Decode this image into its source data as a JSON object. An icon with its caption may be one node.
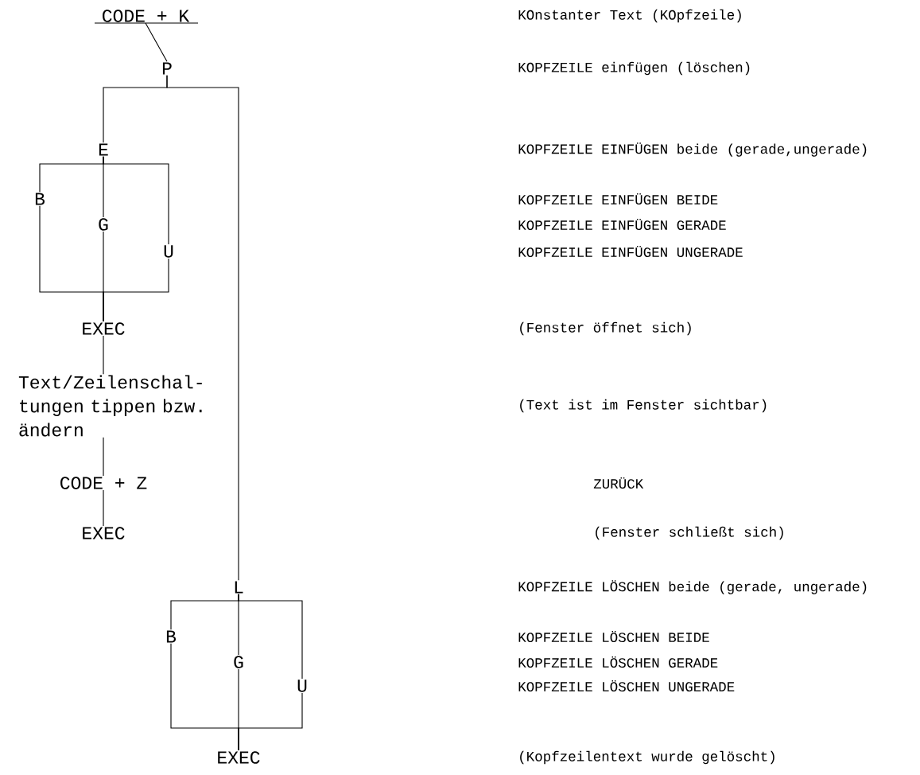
{
  "diagram": {
    "nodes": [
      {
        "text": [
          "CODE + K"
        ]
      },
      {
        "text": [
          "P"
        ]
      },
      {
        "text": [
          "E"
        ]
      },
      {
        "text": [
          "B"
        ]
      },
      {
        "text": [
          "G"
        ]
      },
      {
        "text": [
          "U"
        ]
      },
      {
        "text": [
          "EXEC"
        ]
      },
      {
        "text": [
          "Text/Zeilenschal- tungen tippen bzw. ändern"
        ]
      },
      {
        "text": [
          "CODE + Z"
        ]
      },
      {
        "text": [
          "EXEC"
        ]
      },
      {
        "text": [
          "L"
        ]
      },
      {
        "text": [
          "B"
        ]
      },
      {
        "text": [
          "G"
        ]
      },
      {
        "text": [
          "U"
        ]
      },
      {
        "text": [
          "EXEC"
        ]
      }
    ],
    "edges": [
      {
        "from": 0,
        "to": 1,
        "arrow": "none"
      },
      {
        "from": 1,
        "to": 2,
        "arrow": "none"
      },
      {
        "from": 1,
        "to": 10,
        "arrow": "none"
      },
      {
        "from": 2,
        "to": 3,
        "arrow": "none"
      },
      {
        "from": 2,
        "to": 4,
        "arrow": "none"
      },
      {
        "from": 2,
        "to": 5,
        "arrow": "none"
      },
      {
        "from": 3,
        "to": 6,
        "arrow": "none"
      },
      {
        "from": 4,
        "to": 6,
        "arrow": "none"
      },
      {
        "from": 5,
        "to": 6,
        "arrow": "none"
      },
      {
        "from": 6,
        "to": 7,
        "arrow": "none"
      },
      {
        "from": 7,
        "to": 8,
        "arrow": "none"
      },
      {
        "from": 8,
        "to": 9,
        "arrow": "none"
      },
      {
        "from": 10,
        "to": 11,
        "arrow": "none"
      },
      {
        "from": 10,
        "to": 12,
        "arrow": "none"
      },
      {
        "from": 10,
        "to": 13,
        "arrow": "none"
      },
      {
        "from": 11,
        "to": 14,
        "arrow": "none"
      },
      {
        "from": 12,
        "to": 14,
        "arrow": "none"
      },
      {
        "from": 13,
        "to": 14,
        "arrow": "none"
      }
    ],
    "labels": [
      "KOnstanter Text (KOpfzeile)",
      "KOPFZEILE einfügen (löschen)",
      "KOPFZEILE EINFÜGEN beide (gerade,ungerade)",
      "KOPFZEILE EINFÜGEN BEIDE",
      "KOPFZEILE EINFÜGEN GERADE",
      "KOPFZEILE EINFÜGEN UNGERADE",
      "(Fenster öffnet sich)",
      "(Text ist im Fenster sichtbar)",
      "ZURÜCK",
      "(Fenster schließt sich)",
      "KOPFZEILE LÖSCHEN beide (gerade, ungerade)",
      "KOPFZEILE LÖSCHEN BEIDE",
      "KOPFZEILE LÖSCHEN GERADE",
      "KOPFZEILE LÖSCHEN UNGERADE",
      "(Kopfzeilentext wurde gelöscht)"
    ]
  }
}
